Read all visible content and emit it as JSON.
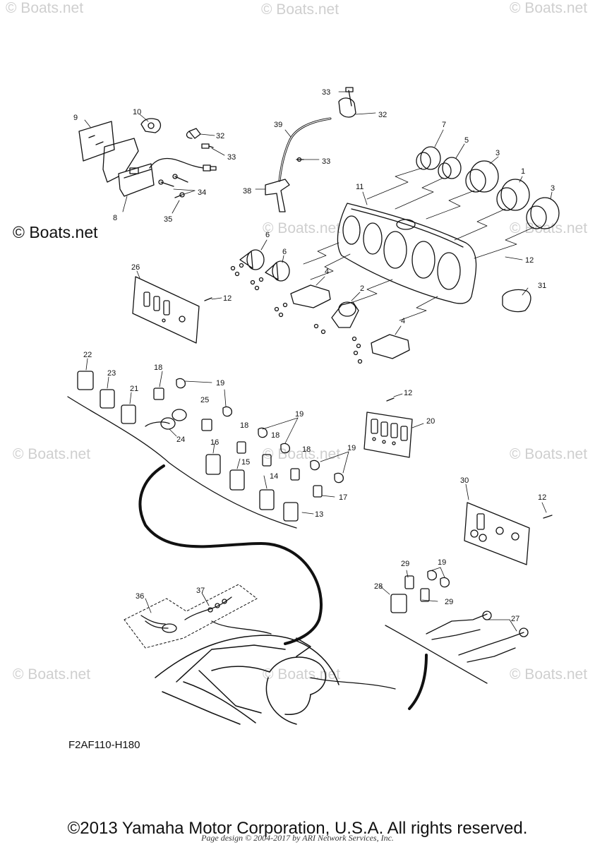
{
  "watermark": "© Boats.net",
  "brand_label": "© Boats.net",
  "diagram_code": "F2AF110-H180",
  "copyright": "©2013 Yamaha Motor Corporation, U.S.A. All rights reserved.",
  "page_design": "Page design © 2004-2017 by ARI Network Services, Inc.",
  "callouts": [
    "1",
    "2",
    "3",
    "3",
    "4",
    "4",
    "5",
    "6",
    "6",
    "7",
    "8",
    "9",
    "10",
    "11",
    "12",
    "12",
    "12",
    "12",
    "13",
    "14",
    "15",
    "16",
    "17",
    "18",
    "18",
    "18",
    "18",
    "19",
    "19",
    "19",
    "19",
    "20",
    "21",
    "22",
    "23",
    "24",
    "25",
    "26",
    "27",
    "28",
    "29",
    "29",
    "30",
    "31",
    "32",
    "32",
    "33",
    "33",
    "33",
    "34",
    "35",
    "36",
    "37",
    "38",
    "39"
  ]
}
